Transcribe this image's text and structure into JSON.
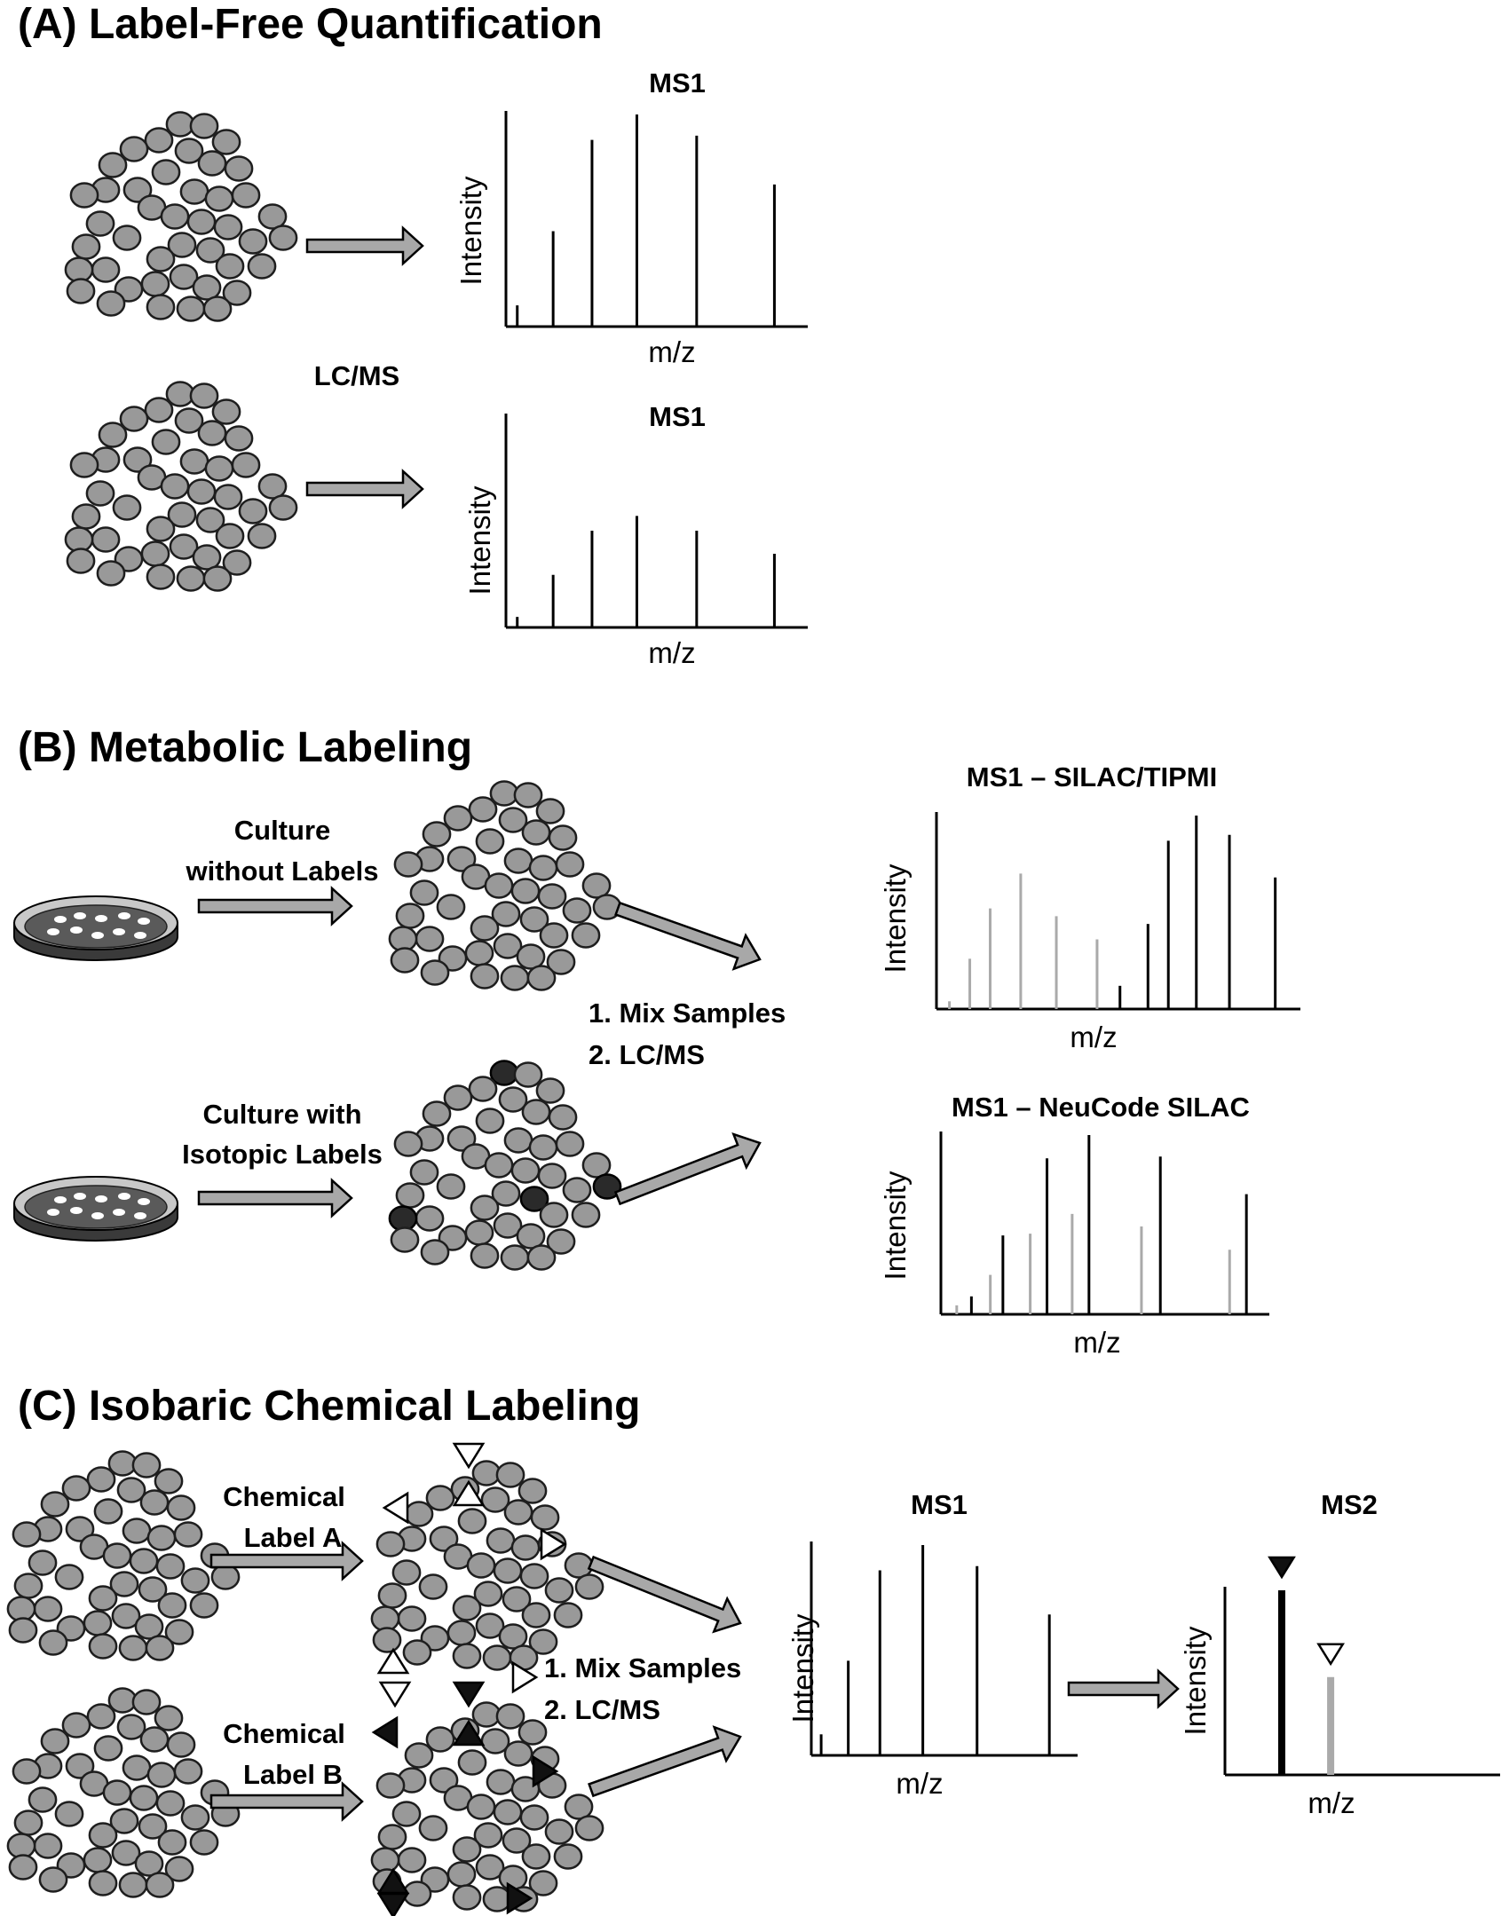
{
  "sections": {
    "a": {
      "title": "(A) Label-Free Quantification",
      "center_label": "LC/MS",
      "spectra": [
        {
          "title": "MS1",
          "ylabel": "Intensity",
          "xlabel": "m/z"
        },
        {
          "title": "MS1",
          "ylabel": "Intensity",
          "xlabel": "m/z"
        }
      ]
    },
    "b": {
      "title": "(B) Metabolic Labeling",
      "culture1": [
        "Culture",
        "without Labels"
      ],
      "culture2": [
        "Culture with",
        "Isotopic Labels"
      ],
      "steps": [
        "1.  Mix Samples",
        "2.  LC/MS"
      ],
      "spectra": [
        {
          "title": "MS1 – SILAC/TIPMI",
          "ylabel": "Intensity",
          "xlabel": "m/z"
        },
        {
          "title": "MS1 – NeuCode SILAC",
          "ylabel": "Intensity",
          "xlabel": "m/z"
        }
      ]
    },
    "c": {
      "title": "(C) Isobaric Chemical Labeling",
      "label_a": [
        "Chemical",
        "Label A"
      ],
      "label_b": [
        "Chemical",
        "Label B"
      ],
      "steps": [
        "1.  Mix Samples",
        "2.  LC/MS"
      ],
      "spectra": [
        {
          "title": "MS1",
          "ylabel": "Intensity",
          "xlabel": "m/z"
        },
        {
          "title": "MS2",
          "ylabel": "Intensity",
          "xlabel": "m/z"
        }
      ]
    }
  },
  "colors": {
    "peak_dark": "#000000",
    "peak_light": "#aaaaaa",
    "bead": "#999999",
    "bead_dark": "#2a2a2a",
    "arrow": "#a8a8a8"
  },
  "chart_data": [
    {
      "type": "line",
      "panel": "A-top",
      "title": "MS1",
      "xlabel": "m/z",
      "ylabel": "Intensity",
      "series": [
        {
          "x": [
            0.02,
            0.14,
            0.27,
            0.42,
            0.62,
            0.88
          ],
          "values": [
            0.1,
            0.45,
            0.88,
            1.0,
            0.9,
            0.67
          ]
        }
      ]
    },
    {
      "type": "line",
      "panel": "A-bottom",
      "title": "MS1",
      "xlabel": "m/z",
      "ylabel": "Intensity",
      "series": [
        {
          "x": [
            0.02,
            0.14,
            0.27,
            0.42,
            0.62,
            0.88
          ],
          "values": [
            0.05,
            0.25,
            0.46,
            0.53,
            0.46,
            0.35
          ]
        }
      ]
    },
    {
      "type": "line",
      "panel": "B-top",
      "title": "MS1 – SILAC/TIPMI",
      "xlabel": "m/z",
      "ylabel": "Intensity",
      "series": [
        {
          "color": "light",
          "x": [
            0.03,
            0.11,
            0.19,
            0.31,
            0.45,
            0.61
          ],
          "values": [
            0.04,
            0.26,
            0.52,
            0.7,
            0.48,
            0.36
          ]
        },
        {
          "color": "dark",
          "x": [
            0.7,
            0.81,
            0.89,
            1.0,
            1.13,
            1.31
          ],
          "values": [
            0.12,
            0.44,
            0.87,
            1.0,
            0.9,
            0.68
          ]
        }
      ]
    },
    {
      "type": "line",
      "panel": "B-bottom",
      "title": "MS1 – NeuCode SILAC",
      "xlabel": "m/z",
      "ylabel": "Intensity",
      "series": [
        {
          "color": "light",
          "x": [
            0.05,
            0.21,
            0.4,
            0.6,
            0.93,
            1.35
          ],
          "values": [
            0.05,
            0.22,
            0.45,
            0.56,
            0.49,
            0.36
          ]
        },
        {
          "color": "dark",
          "x": [
            0.12,
            0.27,
            0.48,
            0.68,
            1.02,
            1.43
          ],
          "values": [
            0.1,
            0.44,
            0.87,
            1.0,
            0.88,
            0.67
          ]
        }
      ]
    },
    {
      "type": "line",
      "panel": "C-MS1",
      "title": "MS1",
      "xlabel": "m/z",
      "ylabel": "Intensity",
      "series": [
        {
          "x": [
            0.02,
            0.14,
            0.28,
            0.47,
            0.71,
            1.03
          ],
          "values": [
            0.1,
            0.45,
            0.88,
            1.0,
            0.9,
            0.67
          ]
        }
      ]
    },
    {
      "type": "bar",
      "panel": "C-MS2",
      "title": "MS2",
      "xlabel": "m/z",
      "ylabel": "Intensity",
      "series": [
        {
          "color": "dark",
          "marker": "filled-triangle",
          "x": [
            0.2
          ],
          "values": [
            1.0
          ]
        },
        {
          "color": "light",
          "marker": "open-triangle",
          "x": [
            0.39
          ],
          "values": [
            0.53
          ]
        }
      ]
    }
  ]
}
